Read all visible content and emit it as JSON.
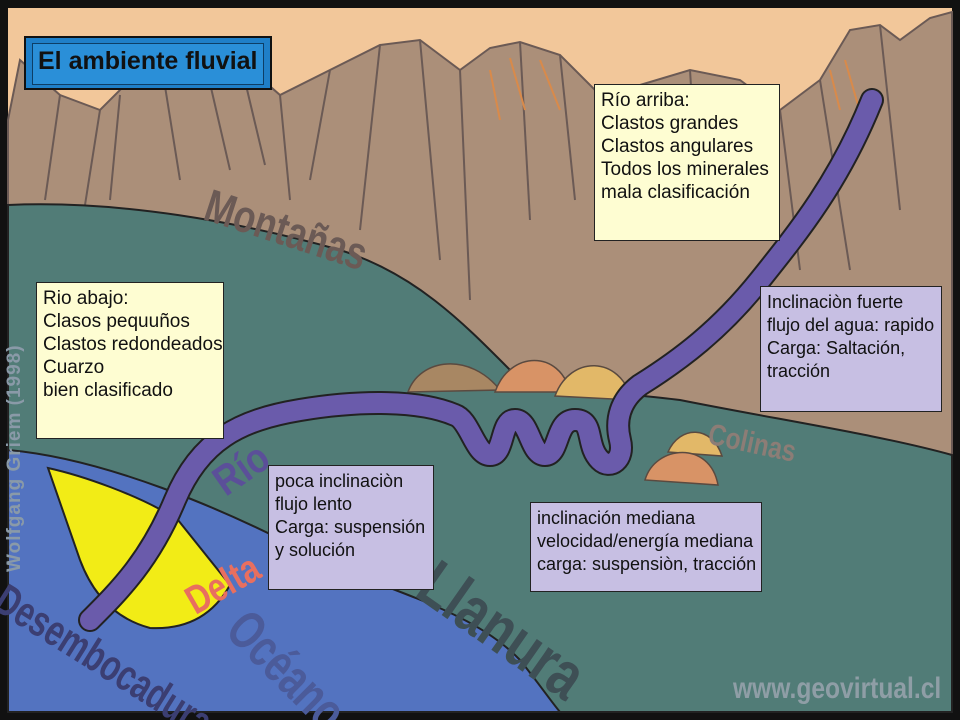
{
  "title": "El ambiente fluvial",
  "credit": "Wolfgang Griem (1998)",
  "website": "www.geovirtual.cl",
  "region_labels": {
    "mountains": "Montañas",
    "hills": "Colinas",
    "plain": "Llanura",
    "river": "Río",
    "delta": "Delta",
    "mouth": "Desembocadura",
    "ocean": "Océano"
  },
  "boxes": {
    "upstream": [
      "Río arriba:",
      "Clastos grandes",
      "Clastos angulares",
      "Todos los minerales",
      "mala clasificación"
    ],
    "downstream": [
      "Rio abajo:",
      "Clasos pequuños",
      "Clastos redondeados",
      "Cuarzo",
      "bien clasificado"
    ],
    "steep": [
      "Inclinaciòn fuerte",
      "flujo del agua: rapido",
      "Carga: Saltación,",
      "tracción"
    ],
    "gentle": [
      "poca inclinaciòn",
      "flujo lento",
      "Carga: suspensión",
      "y solución"
    ],
    "medium": [
      "inclinación mediana",
      "velocidad/energía mediana",
      "carga: suspensiòn, tracción"
    ]
  },
  "colors": {
    "sky": "#f2c79a",
    "mountains": "#ab8f79",
    "plain": "#517c77",
    "ocean": "#5373c0",
    "river": "#6a5bab",
    "delta": "#f2ec16",
    "label_dark": "#6b5a55"
  }
}
